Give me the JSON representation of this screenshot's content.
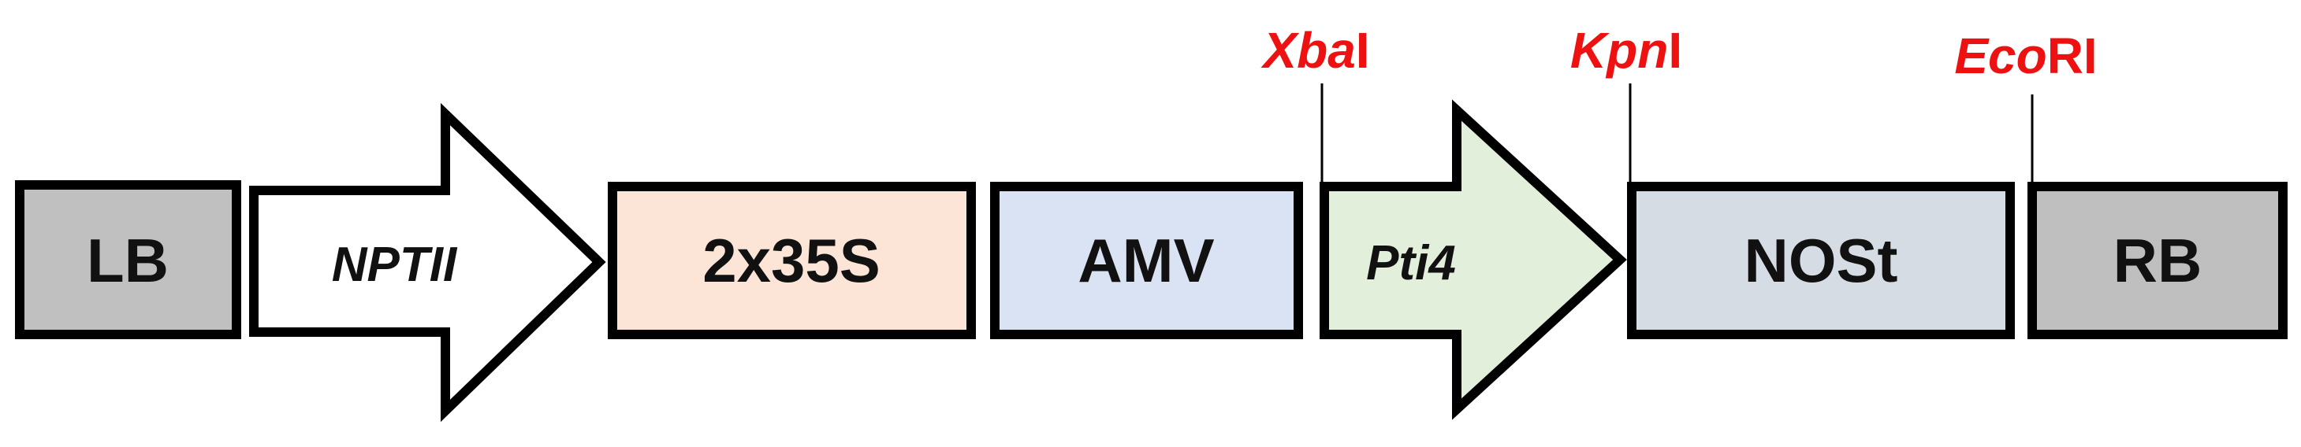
{
  "construct": {
    "elements": [
      {
        "id": "lb",
        "label": "LB",
        "italic": false,
        "shape": "box",
        "fill": "#c0c0c0"
      },
      {
        "id": "nptii",
        "label": "NPTII",
        "italic": true,
        "shape": "arrow",
        "fill": "#ffffff"
      },
      {
        "id": "p35s",
        "label": "2x35S",
        "italic": false,
        "shape": "box",
        "fill": "#fce4d6"
      },
      {
        "id": "amv",
        "label": "AMV",
        "italic": false,
        "shape": "box",
        "fill": "#dae3f3"
      },
      {
        "id": "pti4",
        "label": "Pti4",
        "italic": true,
        "shape": "arrow",
        "fill": "#e2efda"
      },
      {
        "id": "nost",
        "label": "NOSt",
        "italic": false,
        "shape": "box",
        "fill": "#d6dce4"
      },
      {
        "id": "rb",
        "label": "RB",
        "italic": false,
        "shape": "box",
        "fill": "#bfbfbf"
      }
    ],
    "restriction_sites": [
      {
        "id": "xbai",
        "italic_part": "Xba",
        "roman_part": "I",
        "color": "#ee1111"
      },
      {
        "id": "kpni",
        "italic_part": "Kpn",
        "roman_part": "I",
        "color": "#ee1111"
      },
      {
        "id": "ecori",
        "italic_part": "Eco",
        "roman_part": "RI",
        "color": "#ee1111"
      }
    ]
  }
}
